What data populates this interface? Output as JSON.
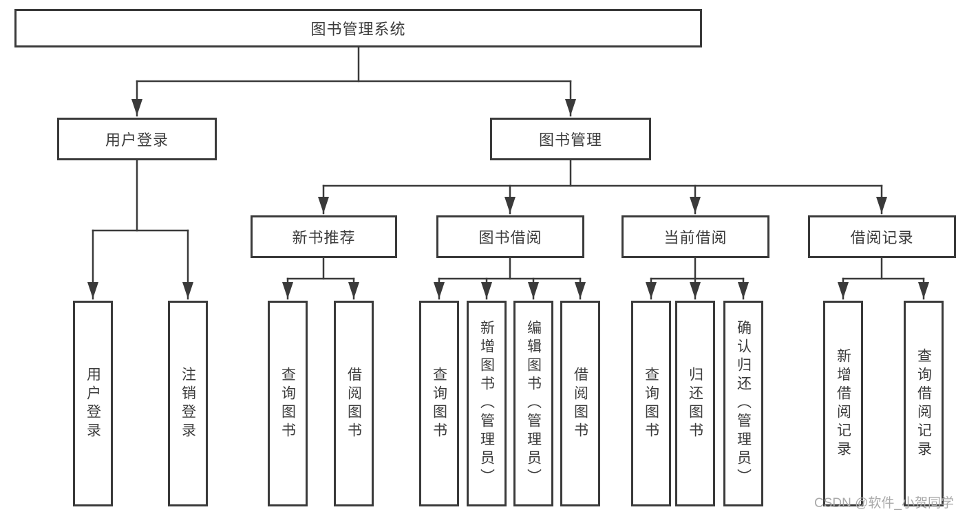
{
  "diagram": {
    "root": {
      "label": "图书管理系统"
    },
    "branches": [
      {
        "label": "用户登录",
        "children": [
          {
            "label": "用户登录"
          },
          {
            "label": "注销登录"
          }
        ]
      },
      {
        "label": "图书管理",
        "children": [
          {
            "label": "新书推荐",
            "children": [
              {
                "label": "查询图书"
              },
              {
                "label": "借阅图书"
              }
            ]
          },
          {
            "label": "图书借阅",
            "children": [
              {
                "label": "查询图书"
              },
              {
                "label": "新增图书（管理员）"
              },
              {
                "label": "编辑图书（管理员）"
              },
              {
                "label": "借阅图书"
              }
            ]
          },
          {
            "label": "当前借阅",
            "children": [
              {
                "label": "查询图书"
              },
              {
                "label": "归还图书"
              },
              {
                "label": "确认归还（管理员）"
              }
            ]
          },
          {
            "label": "借阅记录",
            "children": [
              {
                "label": "新增借阅记录"
              },
              {
                "label": "查询借阅记录"
              }
            ]
          }
        ]
      }
    ],
    "watermark": "CSDN @软件_小贺同学",
    "colors": {
      "line": "#3a3a3a",
      "border": "#3a3a3a",
      "text": "#3c3c3c",
      "watermark": "#a9a9a9",
      "background": "#ffffff"
    }
  }
}
